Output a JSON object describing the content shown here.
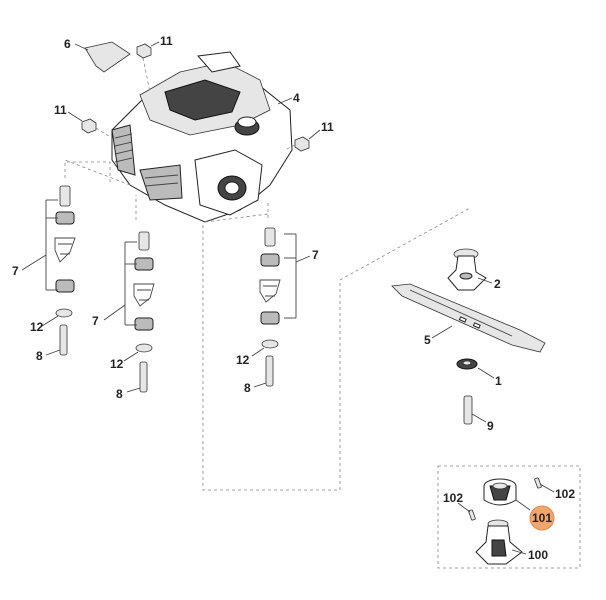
{
  "callouts": {
    "c1": "1",
    "c2": "2",
    "c4": "4",
    "c5": "5",
    "c6": "6",
    "c7a": "7",
    "c7b": "7",
    "c7c": "7",
    "c8a": "8",
    "c8b": "8",
    "c8c": "8",
    "c9": "9",
    "c11a": "11",
    "c11b": "11",
    "c11c": "11",
    "c12a": "12",
    "c12b": "12",
    "c12c": "12",
    "c100": "100",
    "c101": "101",
    "c102a": "102",
    "c102b": "102"
  },
  "colors": {
    "highlight": "#f2a66e",
    "highlight_ring": "#e08a4e",
    "line": "#444444"
  }
}
